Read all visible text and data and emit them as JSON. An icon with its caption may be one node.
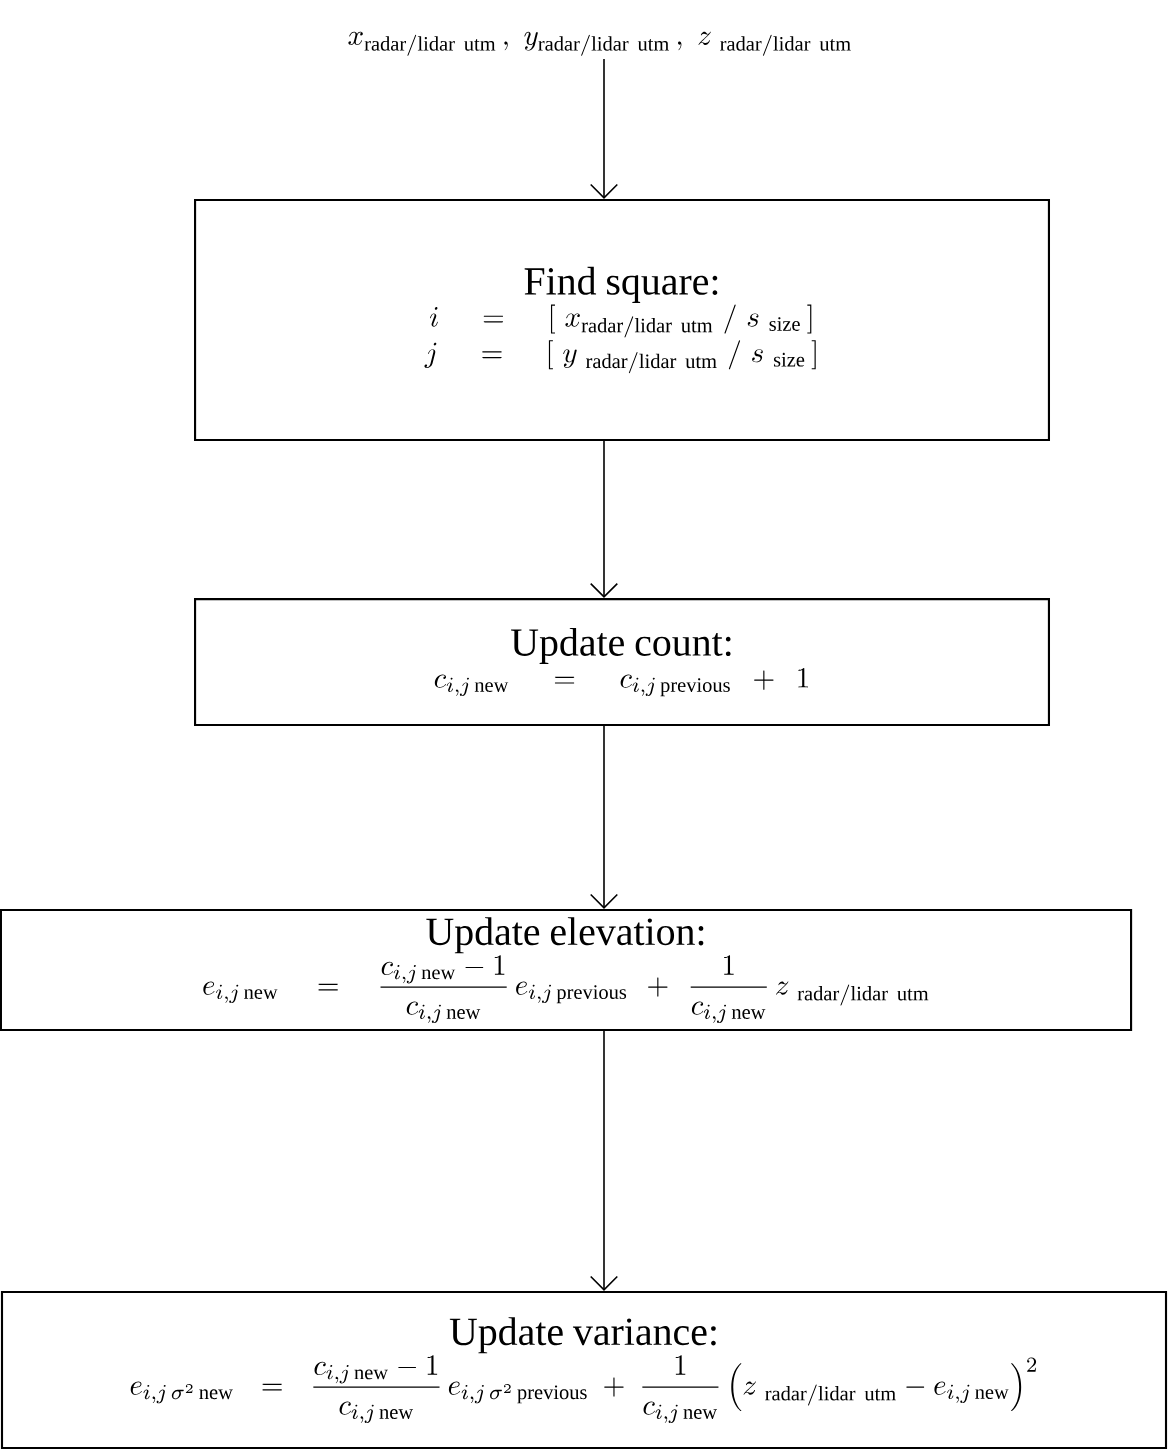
{
  "diagram": {
    "nodes": [
      {
        "text": [
          "x_{\\mathrm{radar/lidar\\ utm}}\\,,\\ y_{\\mathrm{radar/lidar\\ utm}}\\,,\\ z_{\\ \\mathrm{radar/lidar\\ utm}}"
        ]
      },
      {
        "text": [
          "Find square:",
          "i = [\\ x_{\\mathrm{radar/lidar\\ utm}}\\ /\\ s_{\\ \\mathrm{size}}\\,]",
          "j = [\\ y_{\\ \\mathrm{radar/lidar\\ utm}}\\ /\\ s_{\\ \\mathrm{size}}\\,]"
        ]
      },
      {
        "text": [
          "Update count:",
          "c_{i,j\\,\\mathrm{new}} = c_{i,j\\,\\mathrm{previous}} + 1"
        ]
      },
      {
        "text": [
          "Update elevation:",
          "e_{i,j\\,\\mathrm{new}} = \\frac{c_{i,j\\,\\mathrm{new}}-1}{c_{i,j\\,\\mathrm{new}}}\\, e_{i,j\\,\\mathrm{previous}} + \\frac{1}{c_{i,j\\,\\mathrm{new}}}\\, z_{\\ \\mathrm{radar/lidar\\ utm}}"
        ]
      },
      {
        "text": [
          "Update variance:",
          "e_{i,j\\,\\sigma^2\\,\\mathrm{new}} = \\frac{c_{i,j\\,\\mathrm{new}}-1}{c_{i,j\\,\\mathrm{new}}}\\, e_{i,j\\,\\sigma^2\\,\\mathrm{previous}} + \\frac{1}{c_{i,j\\,\\mathrm{new}}}\\left(z_{\\ \\mathrm{radar/lidar\\ utm}} - e_{i,j\\,\\mathrm{new}}\\right)^2"
        ]
      }
    ],
    "edges": [
      {
        "from": 0,
        "to": 1,
        "arrow": "to"
      },
      {
        "from": 1,
        "to": 2,
        "arrow": "to"
      },
      {
        "from": 2,
        "to": 3,
        "arrow": "to"
      },
      {
        "from": 3,
        "to": 4,
        "arrow": "to"
      }
    ]
  }
}
